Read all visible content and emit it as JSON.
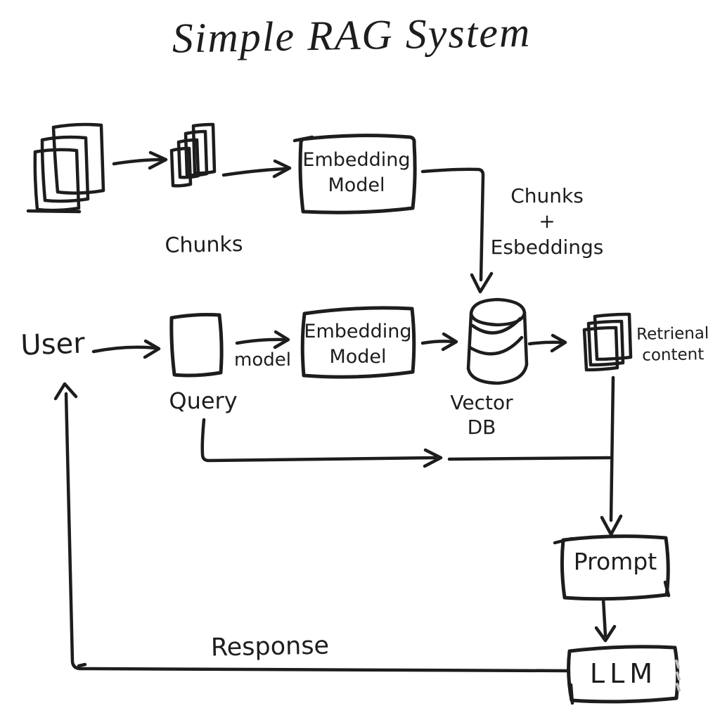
{
  "title": "Simple RAG System",
  "colors": {
    "ink": "#1d1d1d",
    "paper": "#ffffff",
    "faded": "#bfbfbf"
  },
  "nodes": {
    "documents": {
      "icon": "document-stack"
    },
    "chunks": {
      "label": "Chunks",
      "icon": "chunk-stack"
    },
    "embedding_model_ingest": {
      "label": "Embedding\nModel"
    },
    "vector_db": {
      "label": "Vector\nDB",
      "icon": "database-cylinder"
    },
    "user": {
      "label": "User"
    },
    "query": {
      "label": "Query"
    },
    "embedding_model_query": {
      "label": "Embedding\nModel"
    },
    "retrieved_content": {
      "label": "Retrienal\ncontent",
      "icon": "document-stack"
    },
    "prompt": {
      "label": "Prompt"
    },
    "llm": {
      "label": "LLM"
    }
  },
  "edges": {
    "chunks_plus_embeddings": {
      "label": "Chunks\n+\nEsbeddings"
    },
    "query_to_model": {
      "label": "model"
    },
    "llm_to_user": {
      "label": "Response"
    }
  }
}
